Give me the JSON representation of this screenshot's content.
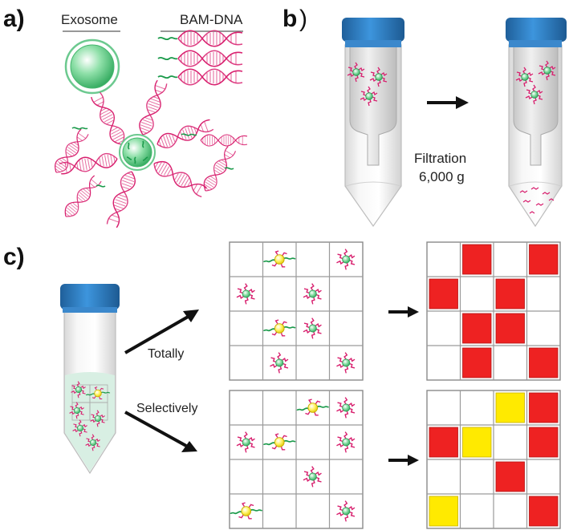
{
  "panels": {
    "a": {
      "label": "a)",
      "exosome_label": "Exosome",
      "dna_label": "BAM-DNA"
    },
    "b": {
      "label": "b",
      "paren": ")",
      "process_line1": "Filtration",
      "process_line2": "6,000 g"
    },
    "c": {
      "label": "c)",
      "route_total": "Totally",
      "route_selective": "Selectively",
      "grids": {
        "total_input": {
          "exosome_cells": [
            [
              0,
              3
            ],
            [
              1,
              0
            ],
            [
              1,
              2
            ],
            [
              2,
              2
            ],
            [
              3,
              1
            ],
            [
              3,
              3
            ]
          ],
          "target_cells": [
            [
              0,
              1
            ],
            [
              2,
              1
            ]
          ]
        },
        "total_output": {
          "red_cells": [
            [
              0,
              1
            ],
            [
              0,
              3
            ],
            [
              1,
              0
            ],
            [
              1,
              2
            ],
            [
              2,
              1
            ],
            [
              2,
              2
            ],
            [
              3,
              1
            ],
            [
              3,
              3
            ]
          ],
          "yellow_cells": []
        },
        "selective_input": {
          "exosome_cells": [
            [
              0,
              3
            ],
            [
              1,
              0
            ],
            [
              1,
              3
            ],
            [
              2,
              2
            ],
            [
              3,
              3
            ]
          ],
          "target_cells": [
            [
              0,
              2
            ],
            [
              1,
              1
            ],
            [
              3,
              0
            ]
          ]
        },
        "selective_output": {
          "red_cells": [
            [
              0,
              3
            ],
            [
              1,
              0
            ],
            [
              1,
              3
            ],
            [
              2,
              2
            ],
            [
              3,
              3
            ]
          ],
          "yellow_cells": [
            [
              0,
              2
            ],
            [
              1,
              1
            ],
            [
              3,
              0
            ]
          ]
        }
      }
    }
  },
  "colors": {
    "exosome": "#4cc477",
    "target_exosome": "#f4e21a",
    "dna_strand": "#d81f6e",
    "anchor": "#1a9a4a",
    "cap": "#2d7fc4",
    "positive_red": "#ee2222",
    "positive_yellow": "#ffea00",
    "tube_glass": "#eeeeee",
    "liquid": "#d8efe3"
  }
}
